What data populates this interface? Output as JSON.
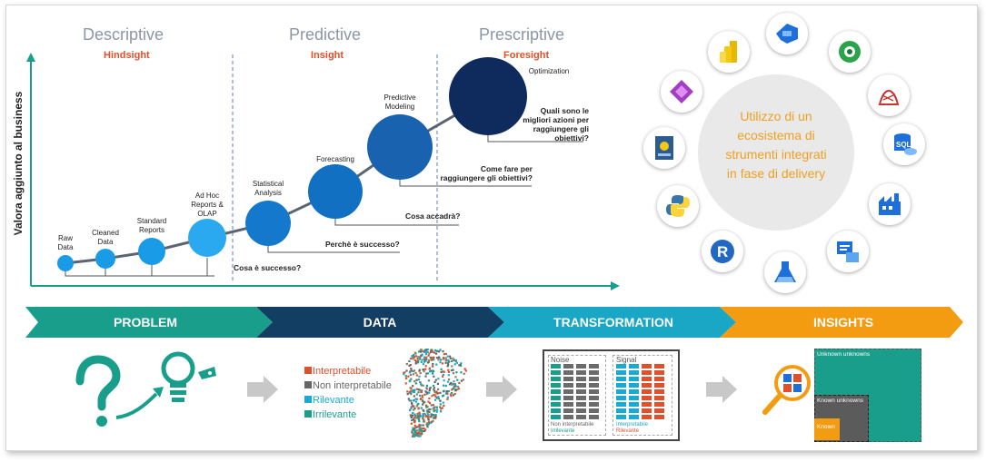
{
  "phases": [
    {
      "title": "Descriptive",
      "subtitle": "Hindsight"
    },
    {
      "title": "Predictive",
      "subtitle": "Insight"
    },
    {
      "title": "Prescriptive",
      "subtitle": "Foresight"
    }
  ],
  "y_axis_label": "Valora aggiunto al business",
  "stages": [
    {
      "label": "Raw\nData"
    },
    {
      "label": "Cleaned\nData"
    },
    {
      "label": "Standard\nReports"
    },
    {
      "label": "Ad Hoc\nReports &\nOLAP"
    },
    {
      "label": "Statistical\nAnalysis"
    },
    {
      "label": "Forecasting"
    },
    {
      "label": "Predictive\nModeling"
    },
    {
      "label": "Optimization"
    }
  ],
  "questions": [
    "Cosa è successo?",
    "Perchè è successo?",
    "Cosa accadrà?",
    "Come fare per\nraggiungere gli obiettivi?",
    "Quali sono le\nmigliori azioni per\nraggiungere gli\nobiettivi?"
  ],
  "ecosystem_text": "Utilizzo di un ecosistema di strumenti integrati in fase di delivery",
  "ecosystem_icons": [
    "power-bi-icon",
    "azure-devops-icon",
    "dataverse-icon",
    "powerapps-icon",
    "sql-server-icon",
    "azure-sql-icon",
    "python-notebook-icon",
    "data-factory-icon",
    "python-icon",
    "azure-analysis-icon",
    "r-icon",
    "azure-ml-icon"
  ],
  "pipeline": [
    {
      "label": "PROBLEM",
      "color": "#1a9e8c"
    },
    {
      "label": "DATA",
      "color": "#123e63"
    },
    {
      "label": "TRANSFORMATION",
      "color": "#1aa7c6"
    },
    {
      "label": "INSIGHTS",
      "color": "#f39c12"
    }
  ],
  "legend": [
    {
      "label": "Interpretabile",
      "color": "#e0502a"
    },
    {
      "label": "Non interpretabile",
      "color": "#666666"
    },
    {
      "label": "Rilevante",
      "color": "#19a9d6"
    },
    {
      "label": "Irrilevante",
      "color": "#1a9e8c"
    }
  ],
  "transformation": {
    "noise_label": "Noise",
    "signal_label": "Signal",
    "noise_caption_1": "Non interpretabile",
    "noise_caption_2": "Irrilevante",
    "signal_caption_1": "Interpretabile",
    "signal_caption_2": "Rilevante"
  },
  "insights": {
    "unknown_unknowns": "Unknown unknowns",
    "known_unknowns": "Known unknowns",
    "known": "Known"
  }
}
